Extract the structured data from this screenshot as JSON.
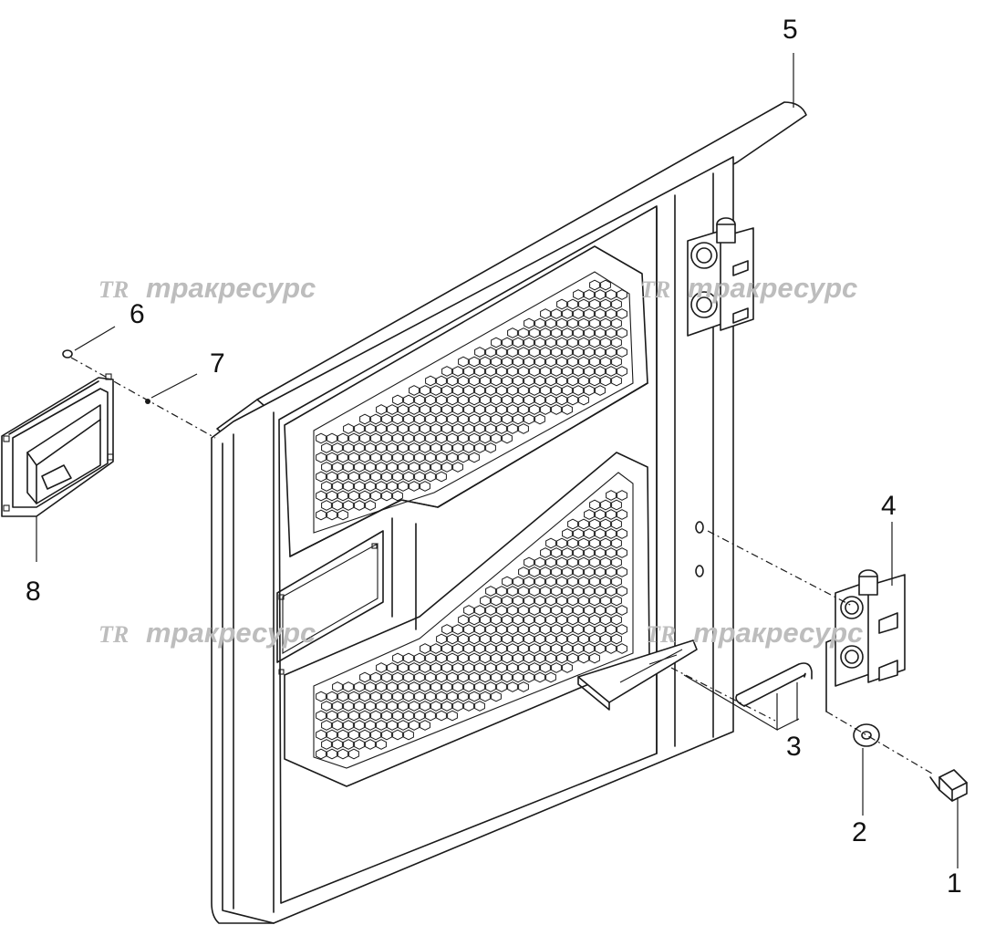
{
  "callouts": [
    {
      "id": "1",
      "label": "1"
    },
    {
      "id": "2",
      "label": "2"
    },
    {
      "id": "3",
      "label": "3"
    },
    {
      "id": "4",
      "label": "4"
    },
    {
      "id": "5",
      "label": "5"
    },
    {
      "id": "6",
      "label": "6"
    },
    {
      "id": "7",
      "label": "7"
    },
    {
      "id": "8",
      "label": "8"
    }
  ],
  "watermark": {
    "logo": "TR",
    "text": "тракресурс"
  },
  "colors": {
    "line": "#1a1a1a",
    "watermark": "#bdbdbd",
    "background": "#ffffff"
  }
}
